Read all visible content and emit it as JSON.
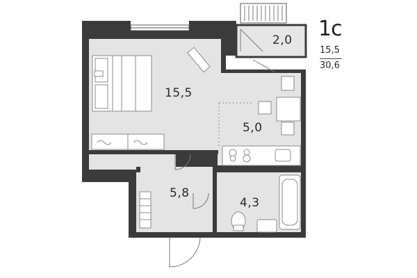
{
  "apartment": {
    "type_label": "1с",
    "living_area": "15,5",
    "total_area": "30,6"
  },
  "rooms": {
    "living_room": "15,5",
    "kitchen": "5,0",
    "balcony": "2,0",
    "hallway": "5,8",
    "bathroom": "4,3"
  },
  "colors": {
    "wall": "#3b3b3b",
    "floor": "#e4e4e4",
    "furniture": "#ffffff",
    "line": "#8a8a8a"
  }
}
